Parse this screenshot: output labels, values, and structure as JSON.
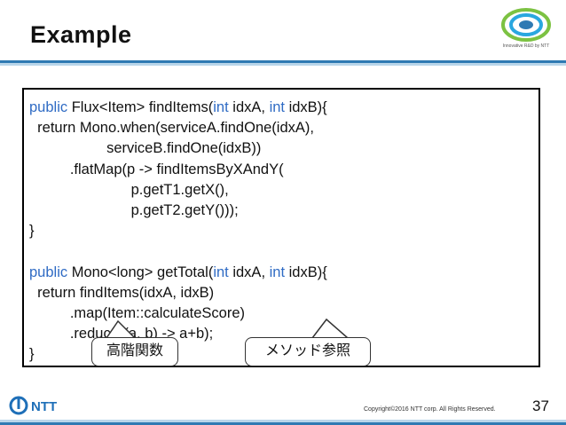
{
  "slide": {
    "title": "Example",
    "logo_caption": "Innovative R&D by NTT",
    "footer_company": "NTT",
    "copyright": "Copyright©2016  NTT corp. All Rights Reserved.",
    "page_number": "37"
  },
  "code": {
    "lines": [
      [
        {
          "t": "public ",
          "kw": true
        },
        {
          "t": "Flux<Item> findItems(",
          "kw": false
        },
        {
          "t": "int ",
          "kw": true
        },
        {
          "t": "idxA, ",
          "kw": false
        },
        {
          "t": "int ",
          "kw": true
        },
        {
          "t": "idxB){",
          "kw": false
        }
      ],
      [
        {
          "t": "  return Mono.when(serviceA.findOne(idxA),",
          "kw": false
        }
      ],
      [
        {
          "t": "                   serviceB.findOne(idxB))",
          "kw": false
        }
      ],
      [
        {
          "t": "          .flatMap(p -> findItemsByXAndY(",
          "kw": false
        }
      ],
      [
        {
          "t": "                         p.getT1.getX(),",
          "kw": false
        }
      ],
      [
        {
          "t": "                         p.getT2.getY()));",
          "kw": false
        }
      ],
      [
        {
          "t": "}",
          "kw": false
        }
      ],
      [
        {
          "t": "",
          "kw": false
        }
      ],
      [
        {
          "t": "public ",
          "kw": true
        },
        {
          "t": "Mono<long> getTotal(",
          "kw": false
        },
        {
          "t": "int ",
          "kw": true
        },
        {
          "t": "idxA, ",
          "kw": false
        },
        {
          "t": "int ",
          "kw": true
        },
        {
          "t": "idxB){",
          "kw": false
        }
      ],
      [
        {
          "t": "  return findItems(idxA, idxB)",
          "kw": false
        }
      ],
      [
        {
          "t": "          .map(Item::calculateScore)",
          "kw": false
        }
      ],
      [
        {
          "t": "          .reduce((a, b) -> a+b);",
          "kw": false
        }
      ],
      [
        {
          "t": "}",
          "kw": false
        }
      ]
    ]
  },
  "callouts": {
    "higher_order": "高階関数",
    "method_ref": "メソッド参照"
  },
  "colors": {
    "keyword": "#2f6bc4",
    "rule_dark": "#2f7ab3",
    "rule_light": "#b9d6ea"
  }
}
